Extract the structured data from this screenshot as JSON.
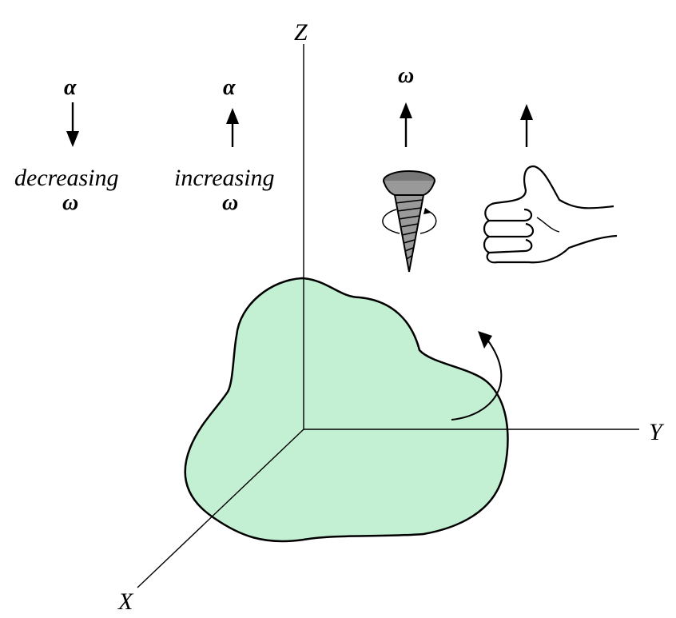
{
  "axes": {
    "z": "Z",
    "y": "Y",
    "x": "X"
  },
  "decreasing": {
    "alpha": "α",
    "word": "decreasing",
    "omega": "ω"
  },
  "increasing": {
    "alpha": "α",
    "word": "increasing",
    "omega": "ω"
  },
  "screw": {
    "omega": "ω"
  },
  "colors": {
    "body_fill": "#c3efd2",
    "stroke": "#000000"
  },
  "icons": [
    "screw-icon",
    "right-hand-thumb-up-icon",
    "rotation-arrow-icon"
  ]
}
